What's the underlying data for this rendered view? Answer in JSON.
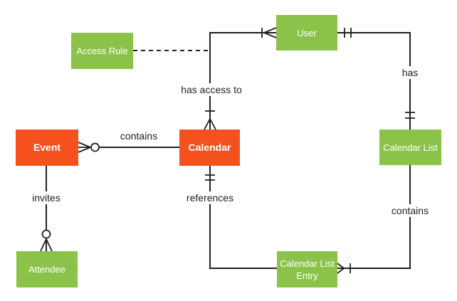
{
  "diagram": {
    "type": "entity-relationship-diagram",
    "notation": "crows-foot",
    "background_color": "#ffffff",
    "line_color": "#212121",
    "label_text_color": "#212121",
    "entity_text_color": "#ffffff",
    "colors": {
      "orange": "#F4511E",
      "green": "#8BC34A"
    },
    "entities": {
      "access_rule": {
        "label": "Access Rule",
        "color": "green"
      },
      "user": {
        "label": "User",
        "color": "green"
      },
      "event": {
        "label": "Event",
        "color": "orange"
      },
      "calendar": {
        "label": "Calendar",
        "color": "orange"
      },
      "calendar_list": {
        "label": "Calendar List",
        "color": "green"
      },
      "attendee": {
        "label": "Attendee",
        "color": "green"
      },
      "calendar_list_entry": {
        "label": "Calendar List Entry",
        "color": "green"
      }
    },
    "relationships": {
      "contains_event_calendar": {
        "label": "contains",
        "from": "Calendar",
        "to": "Event",
        "marker_at_event": "zero-or-many (ring + crow's foot)",
        "marker_at_calendar": "none",
        "style": "solid"
      },
      "has_access_to": {
        "label": "has access to",
        "from": "Calendar",
        "to": "User",
        "marker_at_calendar": "one-or-many (tick + crow's foot)",
        "marker_at_user": "one-or-many (tick + crow's foot)",
        "style": "solid"
      },
      "has": {
        "label": "has",
        "from": "User",
        "to": "Calendar List",
        "marker_at_user": "exactly-one (double tick)",
        "marker_at_calendar_list": "exactly-one (double tick)",
        "style": "solid"
      },
      "contains_list_entry": {
        "label": "contains",
        "from": "Calendar List",
        "to": "Calendar List Entry",
        "marker_at_calendar_list": "none",
        "marker_at_calendar_list_entry": "one-or-many (crow's foot + tick)",
        "style": "solid"
      },
      "references": {
        "label": "references",
        "from": "Calendar",
        "to": "Calendar List Entry",
        "marker_at_calendar": "exactly-one (double tick)",
        "marker_at_calendar_list_entry": "none",
        "style": "solid"
      },
      "invites": {
        "label": "invites",
        "from": "Event",
        "to": "Attendee",
        "marker_at_event": "none",
        "marker_at_attendee": "zero-or-many (ring + crow's foot)",
        "style": "solid"
      },
      "access_rule_link": {
        "label": "",
        "from": "Access Rule",
        "to": "Calendar–User connector",
        "style": "dashed"
      }
    }
  }
}
